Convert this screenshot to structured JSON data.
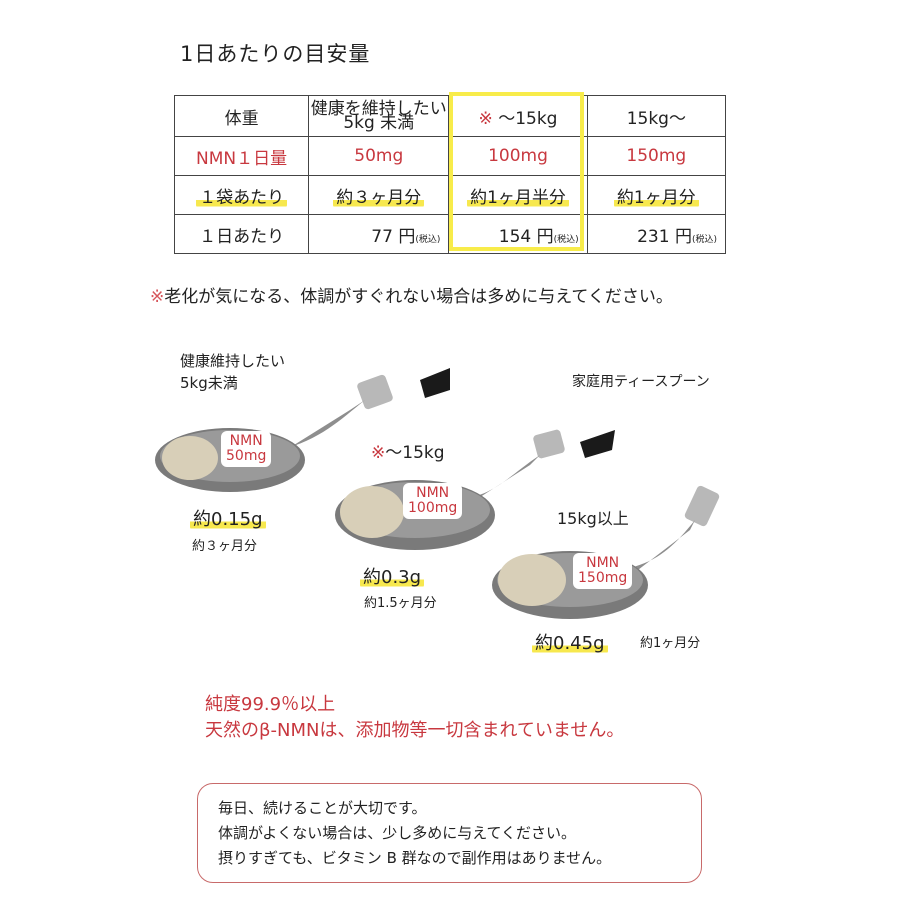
{
  "title": "1日あたりの目安量",
  "table": {
    "header": [
      "体重",
      "健康を維持したい\n5kg 未満",
      "※ ～15kg",
      "15kg～"
    ],
    "header_col1_line1": "健康を維持したい",
    "header_col1_line2": "5kg 未満",
    "header_col2_mark": "※",
    "header_col2_text": "～15kg",
    "rows": [
      {
        "label": "NMN１日量",
        "values": [
          "50mg",
          "100mg",
          "150mg"
        ]
      },
      {
        "label": "１袋あたり",
        "values": [
          "約３ヶ月分",
          "約1ヶ月半分",
          "約1ヶ月分"
        ]
      },
      {
        "label": "１日あたり",
        "values": [
          "77 円",
          "154 円",
          "231 円"
        ],
        "tax_note": "(税込)"
      }
    ],
    "highlight_color": "#f8ec4a",
    "accent_color": "#c8383f"
  },
  "note": {
    "mark": "※",
    "text": "老化が気になる、体調がすぐれない場合は多めに与えてください。"
  },
  "spoon_caption": "家庭用ティースプーン",
  "spoons": [
    {
      "label_line1": "健康維持したい",
      "label_line2": "5kg未満",
      "nmn_line1": "NMN",
      "nmn_line2": "50mg",
      "amount": "約0.15g",
      "duration": "約３ヶ月分"
    },
    {
      "label_mark": "※",
      "label_line1": "～15kg",
      "nmn_line1": "NMN",
      "nmn_line2": "100mg",
      "amount": "約0.3g",
      "duration": "約1.5ヶ月分"
    },
    {
      "label_line1": "15kg以上",
      "nmn_line1": "NMN",
      "nmn_line2": "150mg",
      "amount": "約0.45g",
      "duration": "約1ヶ月分"
    }
  ],
  "purity": {
    "line1": "純度99.9％以上",
    "line2": "天然のβ-NMNは、添加物等一切含まれていません。"
  },
  "info_box": {
    "line1": "毎日、続けることが大切です。",
    "line2": "体調がよくない場合は、少し多めに与えてください。",
    "line3": "摂りすぎても、ビタミン B 群なので副作用はありません。"
  }
}
